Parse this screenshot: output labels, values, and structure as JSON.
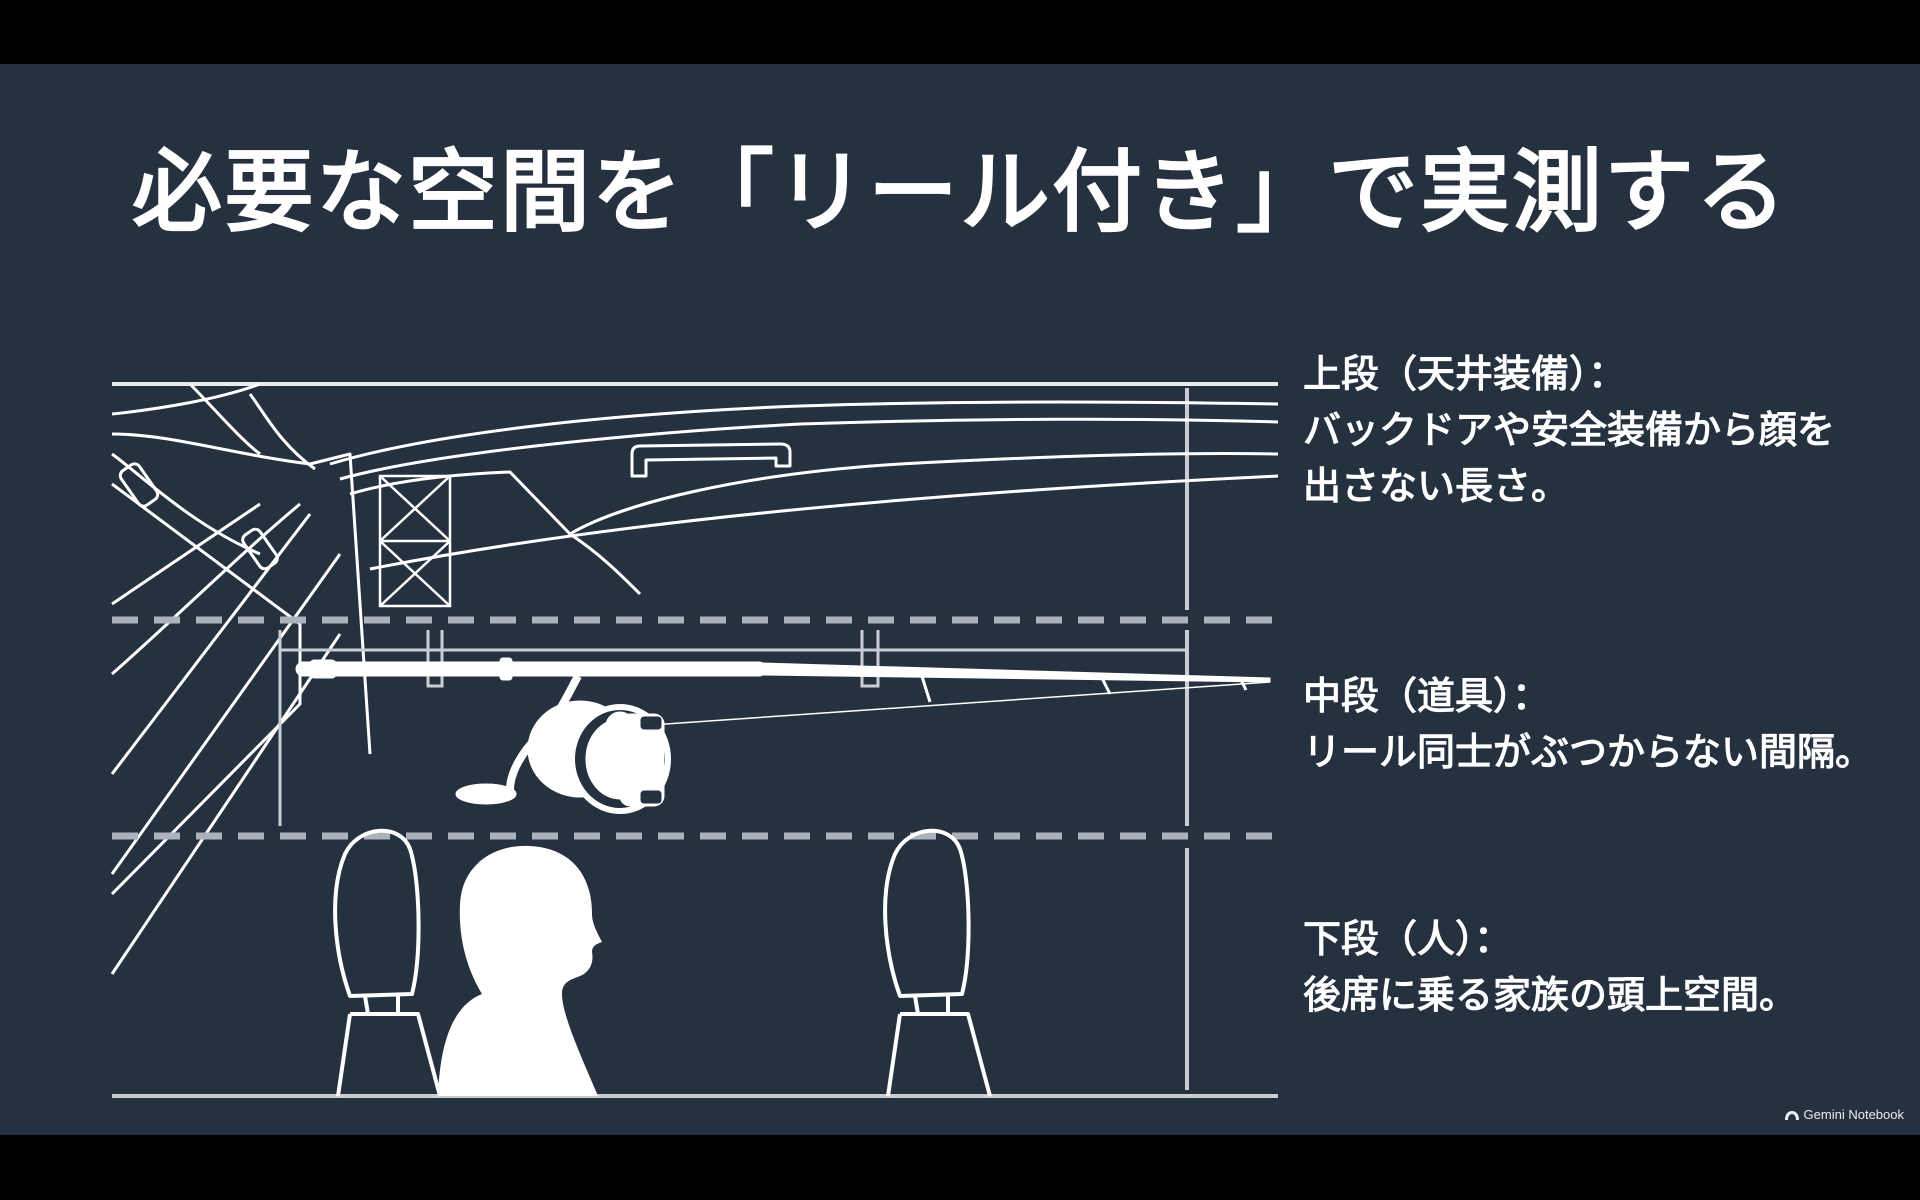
{
  "title": "必要な空間を「リール付き」で実測する",
  "sections": [
    {
      "heading": "上段（天井装備）：",
      "lines": [
        "バックドアや安全装備から顔を",
        "出さない長さ。"
      ]
    },
    {
      "heading": "中段（道具）：",
      "lines": [
        "リール同士がぶつからない間隔。"
      ]
    },
    {
      "heading": "下段（人）：",
      "lines": [
        "後席に乗る家族の頭上空間。"
      ]
    }
  ],
  "watermark": {
    "icon": "gemini-notebook-logo-icon",
    "text": "Gemini Notebook"
  },
  "colors": {
    "background": "#263140",
    "letterbox": "#000000",
    "line": "#ffffff",
    "divider": "#9aa3ad"
  }
}
